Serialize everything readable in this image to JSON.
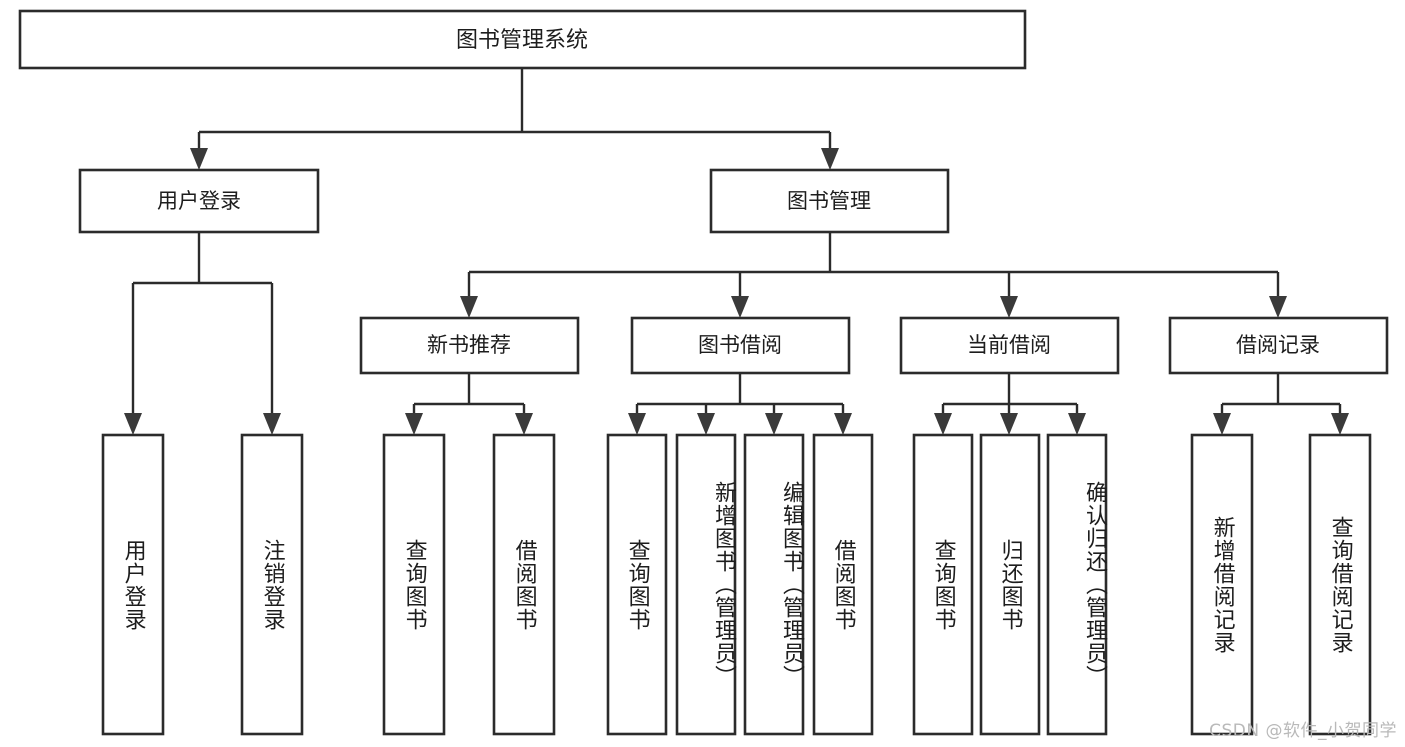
{
  "diagram": {
    "title": "图书管理系统",
    "type": "tree",
    "root": {
      "id": "root",
      "label": "图书管理系统",
      "orientation": "horizontal"
    },
    "level2": [
      {
        "id": "user-login",
        "label": "用户登录",
        "orientation": "horizontal"
      },
      {
        "id": "book-manage",
        "label": "图书管理",
        "orientation": "horizontal"
      }
    ],
    "level3": [
      {
        "id": "new-book-recommend",
        "label": "新书推荐",
        "orientation": "horizontal",
        "parent": "book-manage"
      },
      {
        "id": "book-borrow",
        "label": "图书借阅",
        "orientation": "horizontal",
        "parent": "book-manage"
      },
      {
        "id": "current-borrow",
        "label": "当前借阅",
        "orientation": "horizontal",
        "parent": "book-manage"
      },
      {
        "id": "borrow-record",
        "label": "借阅记录",
        "orientation": "horizontal",
        "parent": "book-manage"
      }
    ],
    "leaves": [
      {
        "id": "leaf-user-login",
        "label": "用户登录",
        "orientation": "vertical",
        "parent": "user-login"
      },
      {
        "id": "leaf-user-logout",
        "label": "注销登录",
        "orientation": "vertical",
        "parent": "user-login"
      },
      {
        "id": "leaf-query-book-1",
        "label": "查询图书",
        "orientation": "vertical",
        "parent": "new-book-recommend"
      },
      {
        "id": "leaf-borrow-book-1",
        "label": "借阅图书",
        "orientation": "vertical",
        "parent": "new-book-recommend"
      },
      {
        "id": "leaf-query-book-2",
        "label": "查询图书",
        "orientation": "vertical",
        "parent": "book-borrow"
      },
      {
        "id": "leaf-add-book",
        "label": "新增图书（管理员）",
        "orientation": "vertical",
        "parent": "book-borrow"
      },
      {
        "id": "leaf-edit-book",
        "label": "编辑图书（管理员）",
        "orientation": "vertical",
        "parent": "book-borrow"
      },
      {
        "id": "leaf-borrow-book-2",
        "label": "借阅图书",
        "orientation": "vertical",
        "parent": "book-borrow"
      },
      {
        "id": "leaf-query-book-3",
        "label": "查询图书",
        "orientation": "vertical",
        "parent": "current-borrow"
      },
      {
        "id": "leaf-return-book",
        "label": "归还图书",
        "orientation": "vertical",
        "parent": "current-borrow"
      },
      {
        "id": "leaf-confirm-return",
        "label": "确认归还（管理员）",
        "orientation": "vertical",
        "parent": "current-borrow"
      },
      {
        "id": "leaf-add-record",
        "label": "新增借阅记录",
        "orientation": "vertical",
        "parent": "borrow-record"
      },
      {
        "id": "leaf-query-record",
        "label": "查询借阅记录",
        "orientation": "vertical",
        "parent": "borrow-record"
      }
    ]
  },
  "watermark": {
    "text": "CSDN @软件_小贺同学"
  },
  "colors": {
    "box_stroke": "#2b2b2b",
    "connector": "#2b2b2b",
    "text": "#1d1d1d",
    "background": "#ffffff",
    "watermark": "#b9b9b9"
  }
}
